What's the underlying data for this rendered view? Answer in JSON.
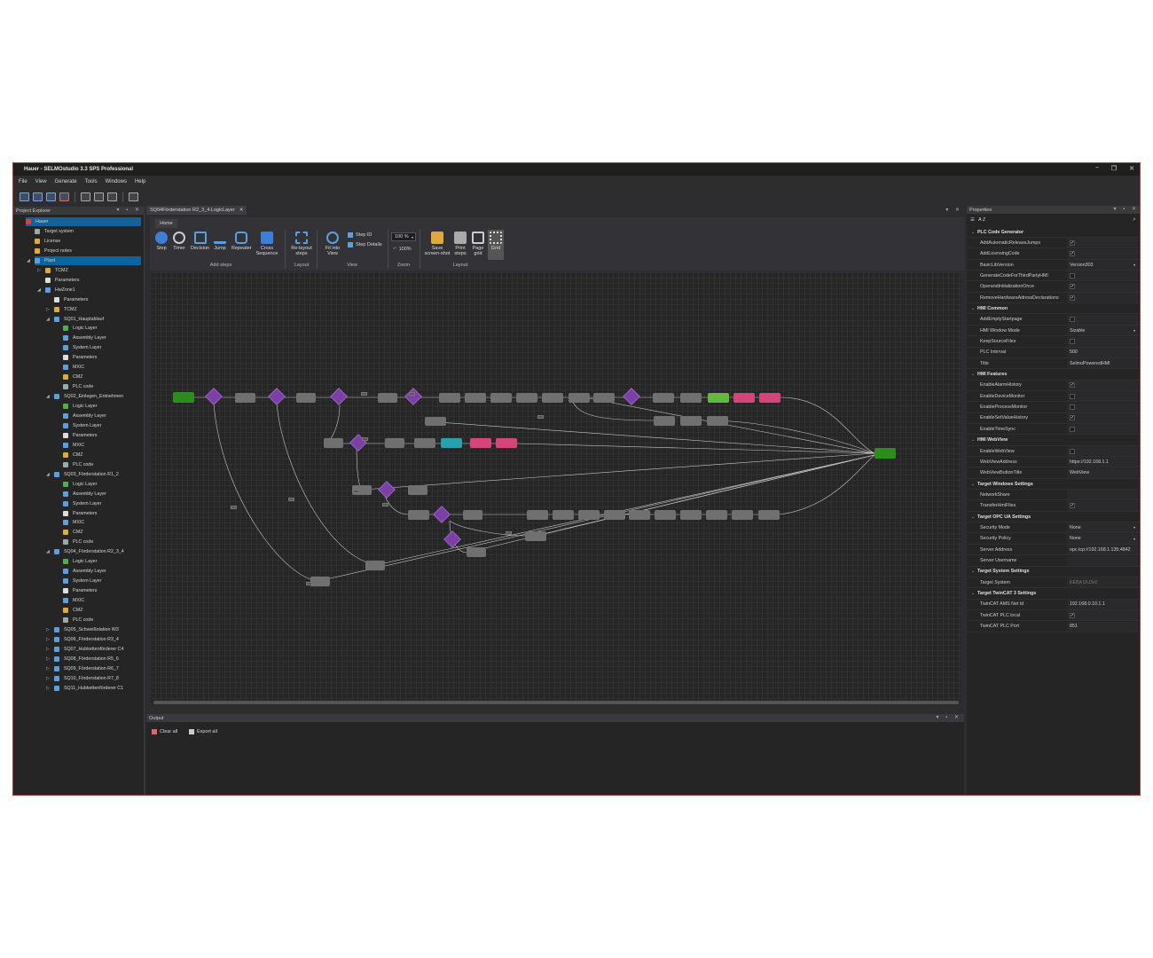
{
  "window": {
    "title": "Hauer - SELMOstudio 3.3 SPS Professional"
  },
  "menu": [
    "File",
    "View",
    "Generate",
    "Tools",
    "Windows",
    "Help"
  ],
  "explorer": {
    "title": "Project Explorer",
    "items": [
      "Hauer",
      "Target system",
      "License",
      "Project notes",
      "Plant",
      "TCMZ",
      "Parameters",
      "HwZone1",
      "Parameters",
      "TCMZ",
      "SQ01_Hauptablauf",
      "Logic Layer",
      "Assembly Layer",
      "System Layer",
      "Parameters",
      "MXIC",
      "CMZ",
      "PLC code",
      "SQ02_Einlegen_Entnehmen",
      "Logic Layer",
      "Assembly Layer",
      "System Layer",
      "Parameters",
      "MXIC",
      "CMZ",
      "PLC code",
      "SQ03_Förderstation R1_2",
      "Logic Layer",
      "Assembly Layer",
      "System Layer",
      "Parameters",
      "MXIC",
      "CMZ",
      "PLC code",
      "SQ04_Förderstation R2_3_4",
      "Logic Layer",
      "Assembly Layer",
      "System Layer",
      "Parameters",
      "MXIC",
      "CMZ",
      "PLC code",
      "SQ05_Schweißstation W3",
      "SQ06_Förderstation R3_4",
      "SQ07_Hubkettenförderer C4",
      "SQ08_Förderstation R5_6",
      "SQ09_Förderstation R6_7",
      "SQ10_Förderstation R7_8",
      "SQ11_Hubkettenförderer C1"
    ]
  },
  "document": {
    "tab": "SQ04Förderstation R2_3_4.LogicLayer"
  },
  "ribbon": {
    "home_tab": "Home",
    "step": "Step",
    "timer": "Timer",
    "decision": "Decision",
    "jump": "Jump",
    "repeater": "Repeater",
    "cross": "Cross Sequence",
    "add_steps": "Add steps",
    "relayout": "Re-layout steps",
    "layout_grp": "Layout",
    "fit": "Fit into View",
    "step_id": "Step ID",
    "step_details": "Step Details",
    "view_grp": "View",
    "zoom_value": "100 %",
    "zoom_reset": "100%",
    "zoom_grp": "Zoom",
    "save_shot": "Save screen-shot",
    "print_steps": "Print steps",
    "page_grid": "Page grid",
    "grid": "Grid",
    "layout2_grp": "Layout"
  },
  "output": {
    "title": "Output",
    "clear": "Clear all",
    "export": "Export all"
  },
  "properties": {
    "title": "Properties",
    "sort": "A Z",
    "rows": [
      {
        "t": "cat",
        "n": "PLC Code Generator"
      },
      {
        "t": "cb",
        "n": "AddAutomaticReleaseJumps",
        "v": "✓"
      },
      {
        "t": "cb",
        "n": "AddLicensingCode",
        "v": "✓"
      },
      {
        "t": "sel",
        "n": "BasicLibVersion",
        "v": "Version303"
      },
      {
        "t": "cb",
        "n": "GenerateCodeForThirdPartyHMI",
        "v": ""
      },
      {
        "t": "cb",
        "n": "OperandInitializationOnce",
        "v": "✓"
      },
      {
        "t": "cb",
        "n": "RemoveHardwareAdressDeclarations",
        "v": "✓"
      },
      {
        "t": "cat",
        "n": "HMI Common"
      },
      {
        "t": "cb",
        "n": "AddEmptyStartpage",
        "v": ""
      },
      {
        "t": "sel",
        "n": "HMI Window Mode",
        "v": "Sizable"
      },
      {
        "t": "cb",
        "n": "KeepSourceFiles",
        "v": ""
      },
      {
        "t": "txt",
        "n": "PLC Interval",
        "v": "500"
      },
      {
        "t": "txt",
        "n": "Title",
        "v": "SelmoPoweredHMI"
      },
      {
        "t": "cat",
        "n": "HMI Features"
      },
      {
        "t": "cb",
        "n": "EnableAlarmHistory",
        "v": "✓"
      },
      {
        "t": "cb",
        "n": "EnableDeviceMonitor",
        "v": ""
      },
      {
        "t": "cb",
        "n": "EnableProcessMonitor",
        "v": ""
      },
      {
        "t": "cb",
        "n": "EnableSetValueHistory",
        "v": "✓"
      },
      {
        "t": "cb",
        "n": "EnableTimeSync",
        "v": ""
      },
      {
        "t": "cat",
        "n": "HMI WebView"
      },
      {
        "t": "cb",
        "n": "EnableWebView",
        "v": ""
      },
      {
        "t": "txt",
        "n": "WebViewAddress",
        "v": "https://192.168.1.1"
      },
      {
        "t": "txt",
        "n": "WebViewButtonTitle",
        "v": "WebView"
      },
      {
        "t": "cat",
        "n": "Target Windows Settings"
      },
      {
        "t": "txt",
        "n": "NetworkShare",
        "v": ""
      },
      {
        "t": "cb",
        "n": "TransferHmiFiles",
        "v": "✓"
      },
      {
        "t": "cat",
        "n": "Target OPC UA Settings"
      },
      {
        "t": "sel",
        "n": "Security Mode",
        "v": "None"
      },
      {
        "t": "sel",
        "n": "Security Policy",
        "v": "None"
      },
      {
        "t": "txt",
        "n": "Server Address",
        "v": "opc.tcp://192.168.1.135:4842"
      },
      {
        "t": "txt",
        "n": "Server Username",
        "v": ""
      },
      {
        "t": "cat",
        "n": "Target System Settings"
      },
      {
        "t": "txt",
        "n": "Target System",
        "v": "KEBA DU3x0"
      },
      {
        "t": "cat",
        "n": "Target TwinCAT 3 Settings"
      },
      {
        "t": "txt",
        "n": "TwinCAT AMS Net Id",
        "v": "192.168.0.10.1.1"
      },
      {
        "t": "cb",
        "n": "TwinCAT PLC local",
        "v": "✓"
      },
      {
        "t": "txt",
        "n": "TwinCAT PLC Port",
        "v": "851"
      }
    ]
  },
  "colors": {
    "accent": "#0e639c",
    "frame": "#b23a3a",
    "decision": "#7b3fa6",
    "alarm": "#d6457a",
    "start": "#2e8b1e"
  }
}
